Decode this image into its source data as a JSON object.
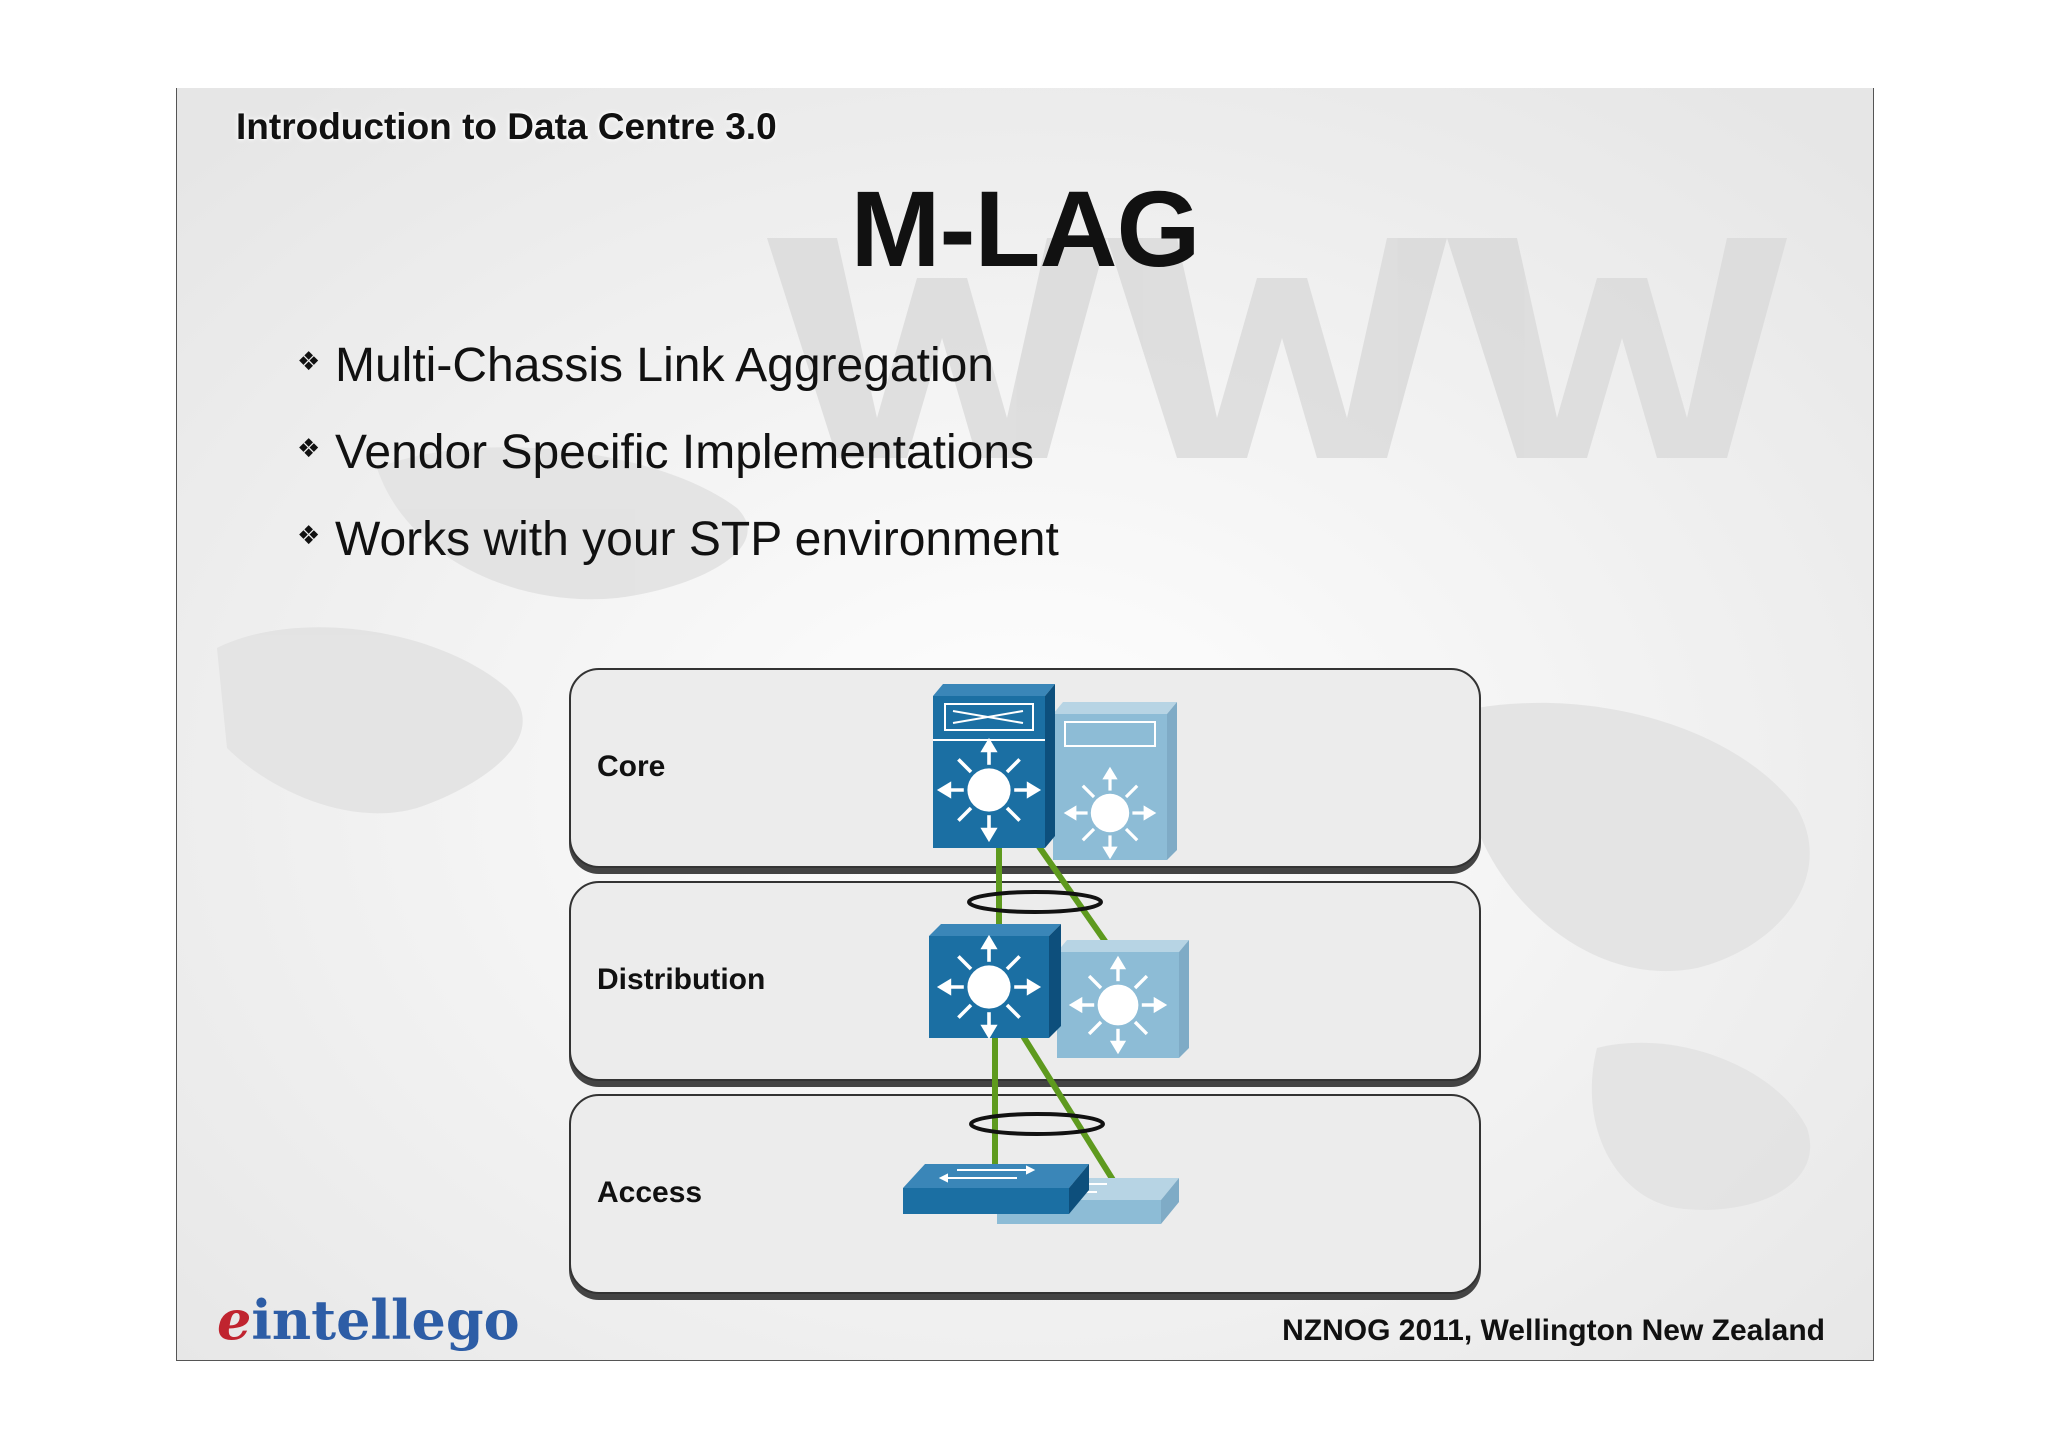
{
  "slide": {
    "header": "Introduction to Data Centre 3.0",
    "title": "M-LAG",
    "bullets": [
      {
        "glyph": "❖",
        "text": "Multi-Chassis Link Aggregation"
      },
      {
        "glyph": "❖",
        "text": "Vendor Specific Implementations"
      },
      {
        "glyph": "❖",
        "text": "Works with your STP environment"
      }
    ],
    "footer": "NZNOG 2011, Wellington New Zealand",
    "logo": {
      "prefix": "e",
      "rest": "intellego"
    }
  },
  "diagram": {
    "layers": [
      {
        "label": "Core",
        "device": "layer3-switch-pair"
      },
      {
        "label": "Distribution",
        "device": "multilayer-switch-pair"
      },
      {
        "label": "Access",
        "device": "workgroup-switch-pair"
      }
    ],
    "links_color": "#5e9a1e",
    "device_color_primary": "#1b6fa3",
    "device_color_secondary": "#8dbcd6"
  }
}
